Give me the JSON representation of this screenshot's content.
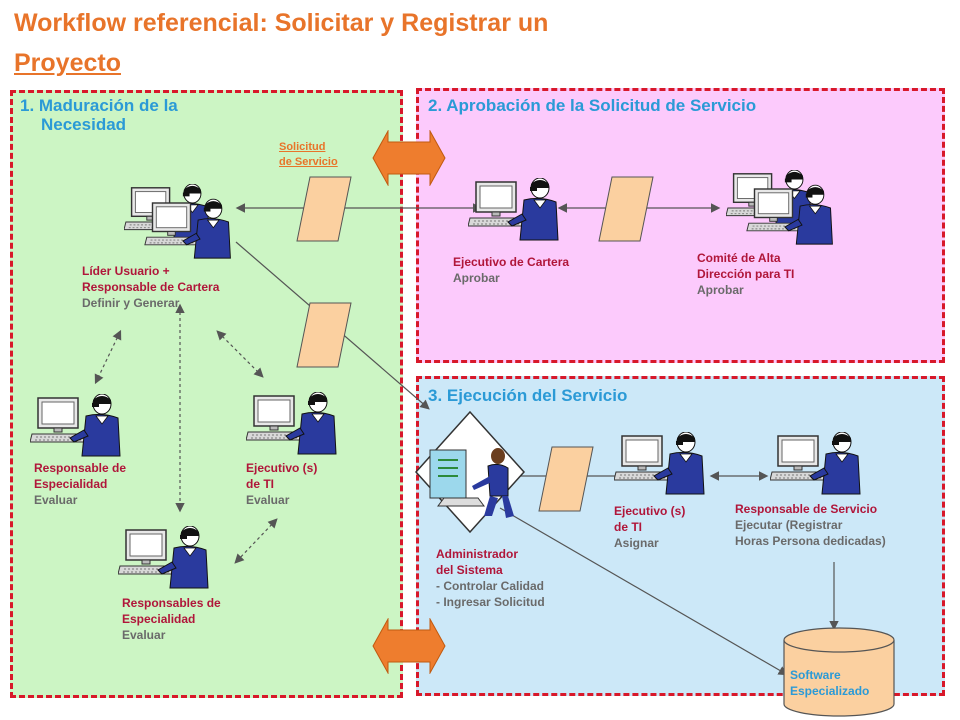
{
  "title": {
    "line1": "Workflow referencial: Solicitar y Registrar un",
    "line2": "Proyecto"
  },
  "panels": {
    "p1": {
      "line1": "1. Maduración de la",
      "line2": "Necesidad"
    },
    "p2": {
      "title": "2. Aprobación de la Solicitud de Servicio"
    },
    "p3": {
      "title": "3. Ejecución del Servicio"
    }
  },
  "doc_label": {
    "line1": "Solicitud",
    "line2": "de Servicio"
  },
  "actors": {
    "lider": {
      "role1": "Líder Usuario +",
      "role2": "Responsable de Cartera",
      "action": "Definir y Generar"
    },
    "resp_esp": {
      "role1": "Responsable de",
      "role2": "Especialidad",
      "action": "Evaluar"
    },
    "ejec_ti_eval": {
      "role1": "Ejecutivo (s)",
      "role2": "de TI",
      "action": "Evaluar"
    },
    "resps_esp": {
      "role1": "Responsables de",
      "role2": "Especialidad",
      "action": "Evaluar"
    },
    "ejec_cartera": {
      "role1": "Ejecutivo de Cartera",
      "action": "Aprobar"
    },
    "comite": {
      "role1": "Comité de Alta",
      "role2": "Dirección para TI",
      "action": "Aprobar"
    },
    "admin": {
      "role1": "Administrador",
      "role2": "del Sistema",
      "action1": "- Controlar Calidad",
      "action2": "- Ingresar Solicitud"
    },
    "ejec_ti_asig": {
      "role1": "Ejecutivo (s)",
      "role2": "de TI",
      "action": "Asignar"
    },
    "resp_servicio": {
      "role1": "Responsable de Servicio",
      "action1": "Ejecutar (Registrar",
      "action2": "Horas Persona dedicadas)"
    }
  },
  "database": {
    "line1": "Software",
    "line2": "Especializado"
  },
  "colors": {
    "title": "#e8742a",
    "panel_border": "#d8182a",
    "panel1_bg": "#ccf5c4",
    "panel2_bg": "#fccafc",
    "panel3_bg": "#cce8f8",
    "panel_title": "#2b9ad6",
    "role_text": "#b0163a",
    "action_text": "#6a6a6a",
    "document": "#fbd0a0",
    "exchange_arrow": "#ee7d2e",
    "person_suit": "#2a3a9e"
  },
  "icons": [
    "computer-user-icon",
    "computer-user-pair-icon",
    "system-admin-icon",
    "document-icon",
    "exchange-arrow-icon",
    "database-icon"
  ]
}
